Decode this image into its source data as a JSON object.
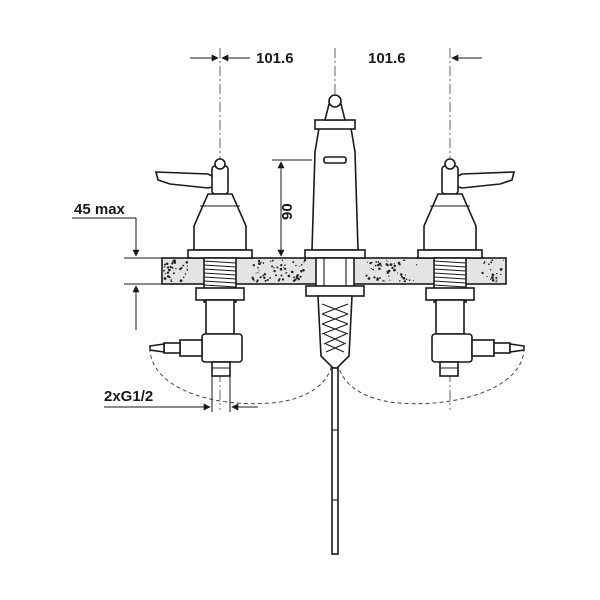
{
  "dimensions": {
    "left_spacing": "101.6",
    "right_spacing": "101.6",
    "spout_height": "90",
    "counter_thickness": "45 max",
    "connection_thread": "2xG1/2"
  },
  "colors": {
    "line": "#1a1a1a",
    "counter_fill": "#e4e4e4",
    "speckle": "#222222"
  }
}
